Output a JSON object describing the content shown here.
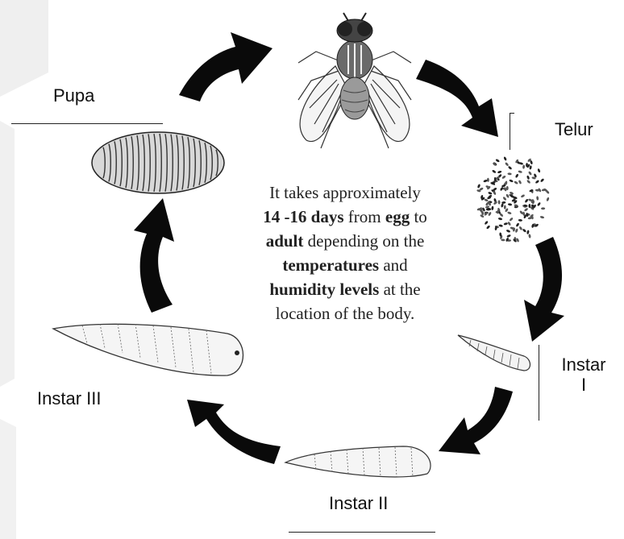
{
  "stages": {
    "adult": "",
    "egg": "Telur",
    "instar1_a": "Instar",
    "instar1_b": "I",
    "instar2": "Instar II",
    "instar3": "Instar III",
    "pupa": "Pupa"
  },
  "center_text": {
    "l1": "It takes approximately",
    "l2_b1": "14 -16 days",
    "l2_t1": " from ",
    "l2_b2": "egg",
    "l2_t2": " to",
    "l3_b1": "adult",
    "l3_t1": " depending on the",
    "l4_b1": "temperatures",
    "l4_t1": " and",
    "l5_b1": "humidity levels",
    "l5_t1": " at the",
    "l6": "location of the body."
  },
  "colors": {
    "arrow": "#0a0a0a",
    "text": "#222222",
    "background_shade": "#e9e9e9"
  },
  "icons": [
    "housefly-icon",
    "egg-cluster-icon",
    "larva-icon",
    "pupa-icon",
    "cycle-arrow-icon"
  ]
}
